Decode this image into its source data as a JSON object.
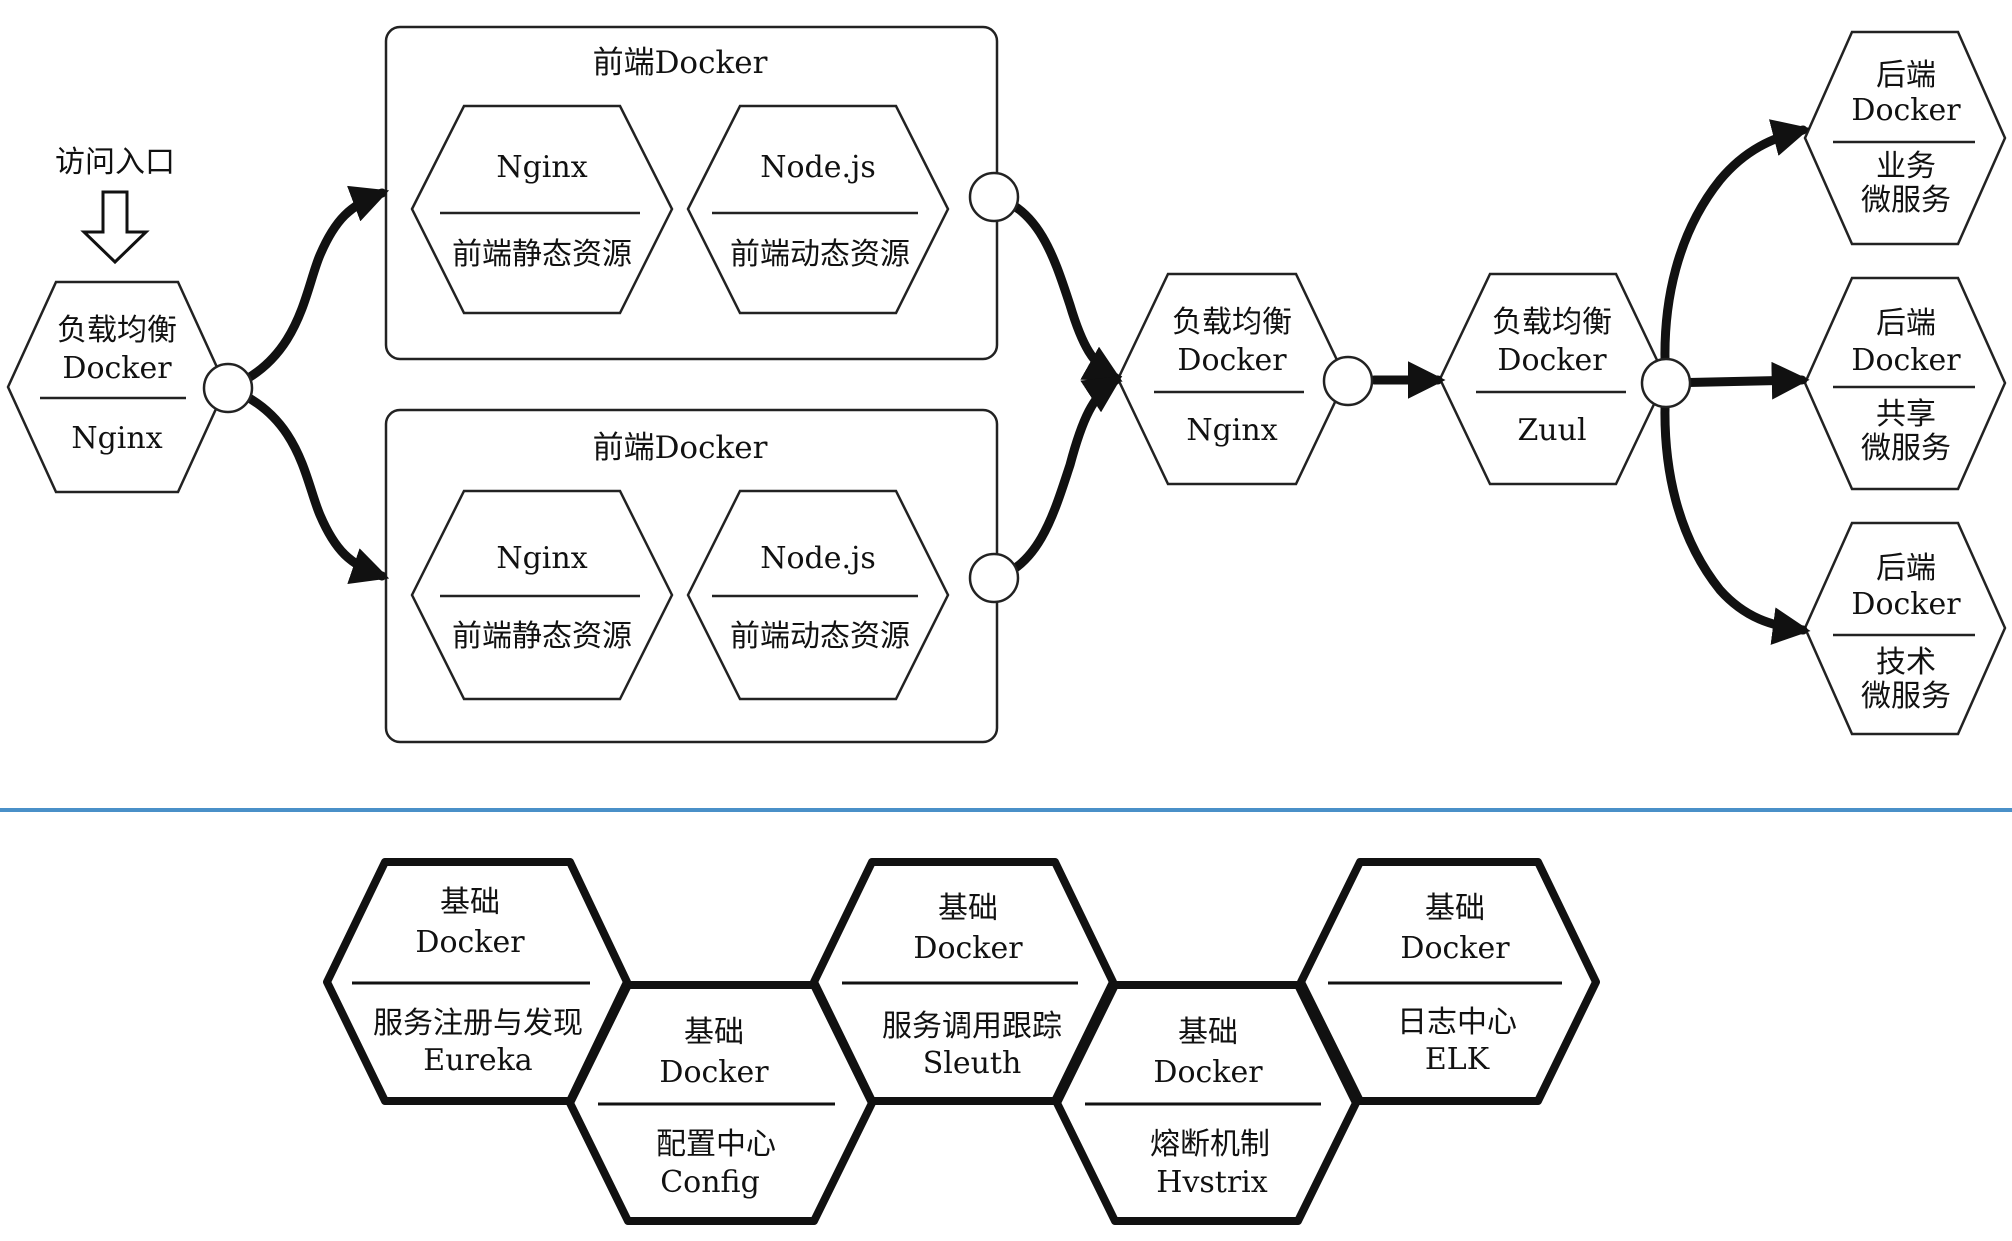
{
  "entry": {
    "label": "访问入口"
  },
  "lb_entry": {
    "title_line1": "负载均衡",
    "title_line2": "Docker",
    "bottom": "Nginx"
  },
  "frontend_top": {
    "title": "前端Docker",
    "nginx": {
      "top": "Nginx",
      "bottom": "前端静态资源"
    },
    "node": {
      "top": "Node.js",
      "bottom": "前端动态资源"
    }
  },
  "frontend_bottom": {
    "title": "前端Docker",
    "nginx": {
      "top": "Nginx",
      "bottom": "前端静态资源"
    },
    "node": {
      "top": "Node.js",
      "bottom": "前端动态资源"
    }
  },
  "lb_nginx": {
    "title_line1": "负载均衡",
    "title_line2": "Docker",
    "bottom": "Nginx"
  },
  "lb_zuul": {
    "title_line1": "负载均衡",
    "title_line2": "Docker",
    "bottom": "Zuul"
  },
  "backend": [
    {
      "line1": "后端",
      "line2": "Docker",
      "bottom1": "业务",
      "bottom2": "微服务"
    },
    {
      "line1": "后端",
      "line2": "Docker",
      "bottom1": "共享",
      "bottom2": "微服务"
    },
    {
      "line1": "后端",
      "line2": "Docker",
      "bottom1": "技术",
      "bottom2": "微服务"
    }
  ],
  "infrastructure": [
    {
      "line1": "基础",
      "line2": "Docker",
      "bottom1": "服务注册与发现",
      "bottom2": "Eureka"
    },
    {
      "line1": "基础",
      "line2": "Docker",
      "bottom1": "配置中心",
      "bottom2": "Config"
    },
    {
      "line1": "基础",
      "line2": "Docker",
      "bottom1": "服务调用跟踪",
      "bottom2": "Sleuth"
    },
    {
      "line1": "基础",
      "line2": "Docker",
      "bottom1": "熔断机制",
      "bottom2": "Hvstrix"
    },
    {
      "line1": "基础",
      "line2": "Docker",
      "bottom1": "日志中心",
      "bottom2": "ELK"
    }
  ],
  "colors": {
    "stroke": "#222222",
    "divider": "#4a90c8",
    "background": "#ffffff"
  }
}
